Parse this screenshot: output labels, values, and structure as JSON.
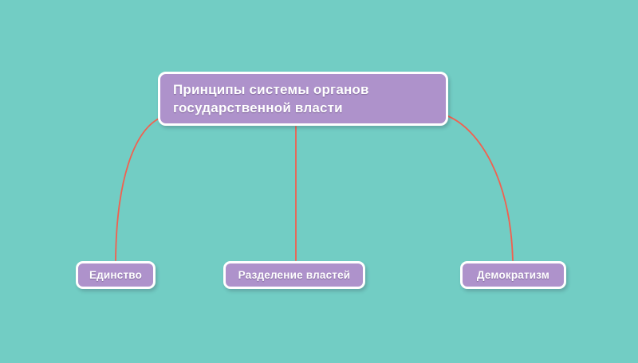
{
  "diagram": {
    "type": "mind-map",
    "background_color": "#72cdc4",
    "node_fill_color": "#ae92cb",
    "node_border_color": "#ffffff",
    "connector_color": "#f2604f",
    "text_color": "#ffffff",
    "root": {
      "label": "Принципы системы органов\nгосударственной власти"
    },
    "children": [
      {
        "label": "Единство"
      },
      {
        "label": "Разделение властей"
      },
      {
        "label": "Демократизм"
      }
    ]
  }
}
